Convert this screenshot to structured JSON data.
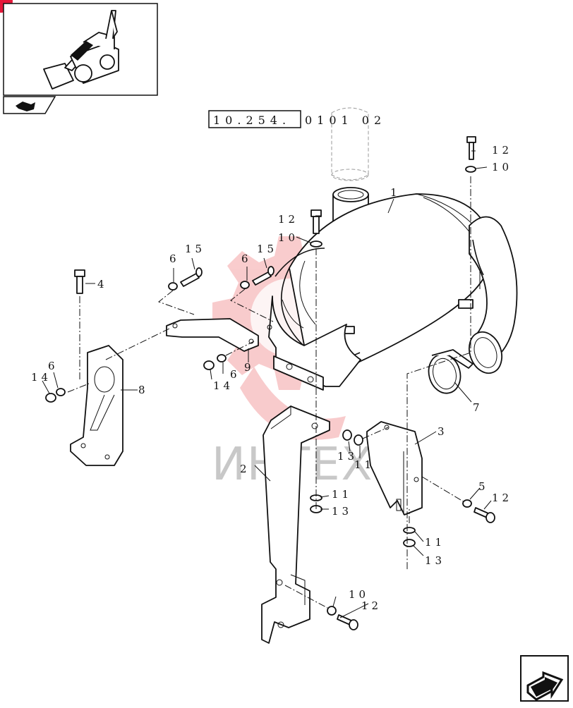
{
  "reference": {
    "box_label": "10.254.",
    "trail_label": "0101 02"
  },
  "watermark": {
    "text": "ИНТЕХ",
    "color": "#e8474d"
  },
  "colors": {
    "line": "#111111",
    "badge": "#e5193b"
  },
  "icons": {
    "thumbnail": "backhoe-loader-thumbnail-icon",
    "prev": "previous-page-arrow-icon",
    "next": "next-page-arrow-icon"
  },
  "callouts": {
    "c1": "1",
    "c2": "2",
    "c3": "3",
    "c4": "4",
    "c5": "5",
    "c6a": "6",
    "c6b": "6",
    "c6c": "6",
    "c6d": "6",
    "c7": "7",
    "c8": "8",
    "c9": "9",
    "c10a": "10",
    "c10b": "10",
    "c10c": "10",
    "c11a": "11",
    "c11b": "11",
    "c11c": "11",
    "c12a": "12",
    "c12b": "12",
    "c12c": "12",
    "c12d": "12",
    "c13a": "13",
    "c13b": "13",
    "c13c": "13",
    "c14a": "14",
    "c14b": "14",
    "c15a": "15",
    "c15b": "15"
  }
}
